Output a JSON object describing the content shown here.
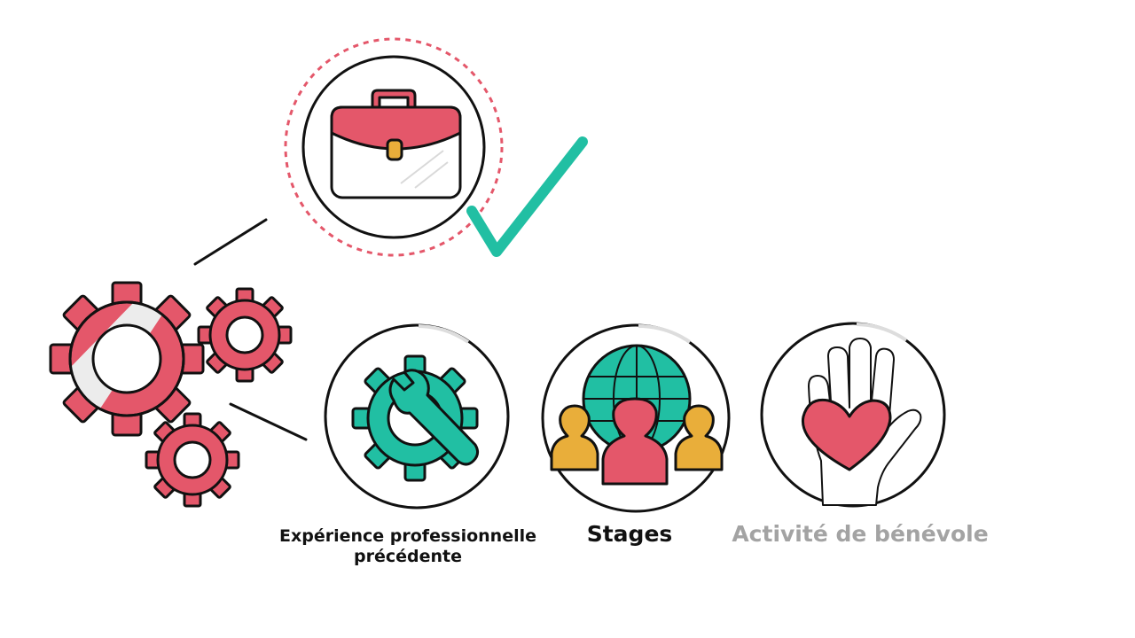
{
  "labels": {
    "experience": "Expérience professionnelle précédente",
    "stages": "Stages",
    "benevole": "Activité de bénévole"
  },
  "icons": {
    "gears": "gears-icon",
    "briefcase": "briefcase-icon",
    "checkmark": "checkmark-icon",
    "wrench_gear": "wrench-gear-icon",
    "globe_people": "globe-people-icon",
    "heart_hand": "heart-hand-icon"
  },
  "colors": {
    "red": "#e4576a",
    "teal": "#21bfa3",
    "yellow": "#e9ae3a",
    "outline": "#111111",
    "muted_label": "#a3a3a3",
    "light_fill": "#ececec"
  },
  "states": {
    "selected": "briefcase"
  }
}
